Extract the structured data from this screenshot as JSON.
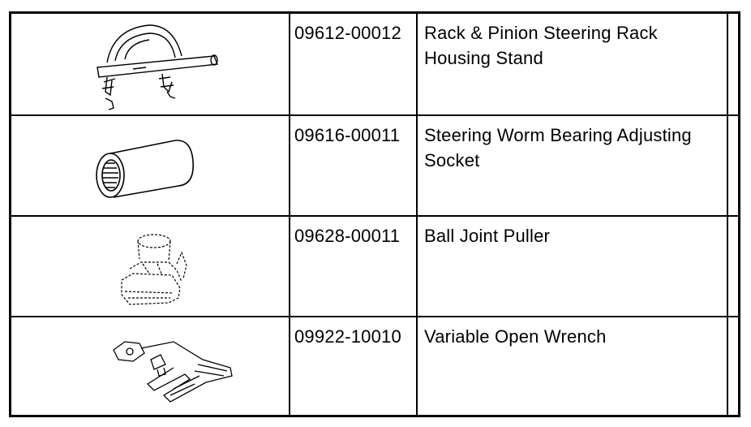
{
  "rows": [
    {
      "part_number": "09612-00012",
      "description": "Rack & Pinion Steering Rack Housing Stand",
      "illustration": "housing-stand-illustration"
    },
    {
      "part_number": "09616-00011",
      "description": "Steering Worm Bearing Adjusting Socket",
      "illustration": "socket-illustration"
    },
    {
      "part_number": "09628-00011",
      "description": "Ball Joint Puller",
      "illustration": "ball-joint-puller-illustration"
    },
    {
      "part_number": "09922-10010",
      "description": "Variable Open Wrench",
      "illustration": "open-wrench-illustration"
    }
  ]
}
